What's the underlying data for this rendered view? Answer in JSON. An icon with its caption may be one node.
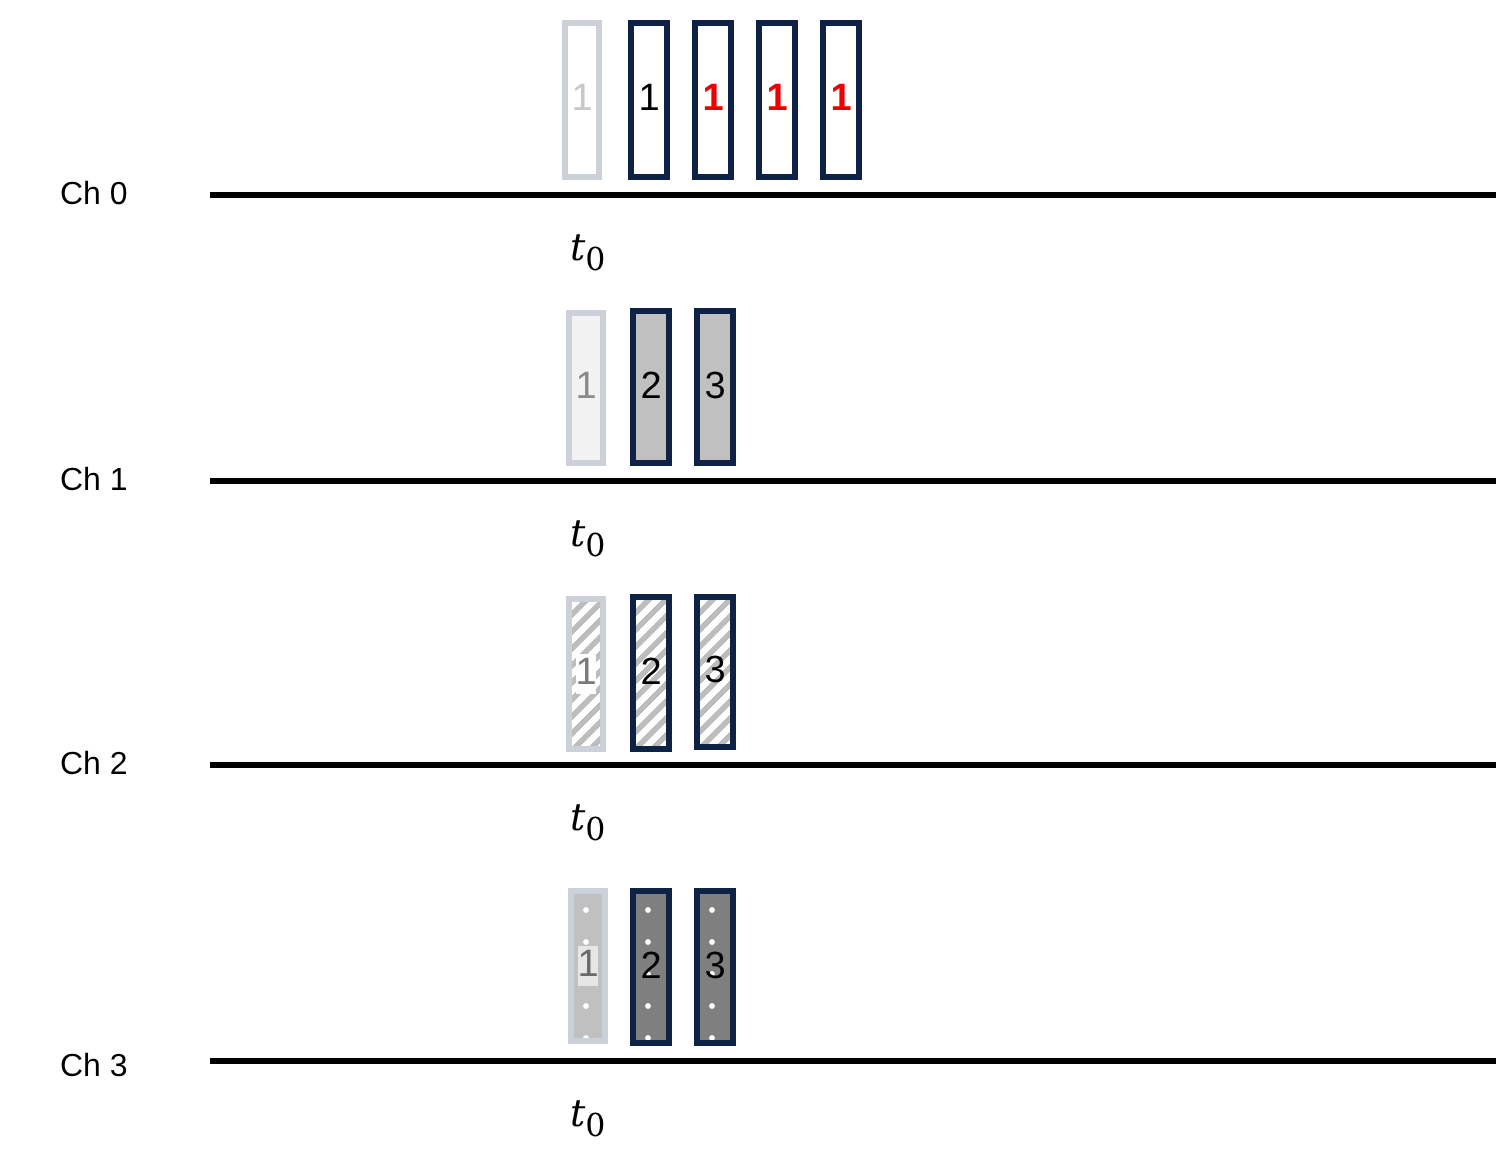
{
  "diagram": {
    "nodes": [
      {
        "text": [
          "1"
        ]
      },
      {
        "text": [
          "1"
        ]
      },
      {
        "text": [
          "1"
        ]
      },
      {
        "text": [
          "1"
        ]
      },
      {
        "text": [
          "1"
        ]
      },
      {
        "text": [
          "1"
        ]
      },
      {
        "text": [
          "2"
        ]
      },
      {
        "text": [
          "3"
        ]
      },
      {
        "text": [
          "1"
        ]
      },
      {
        "text": [
          "2"
        ]
      },
      {
        "text": [
          "3"
        ]
      },
      {
        "text": [
          "1"
        ]
      },
      {
        "text": [
          "2"
        ]
      },
      {
        "text": [
          "3"
        ]
      }
    ],
    "labels": [
      "Ch 0",
      "*t*$_{0}$",
      "Ch 1",
      "*t*$_{0}$",
      "Ch 2",
      "*t*$_{0}$",
      "Ch 3",
      "*t*$_{0}$"
    ]
  }
}
